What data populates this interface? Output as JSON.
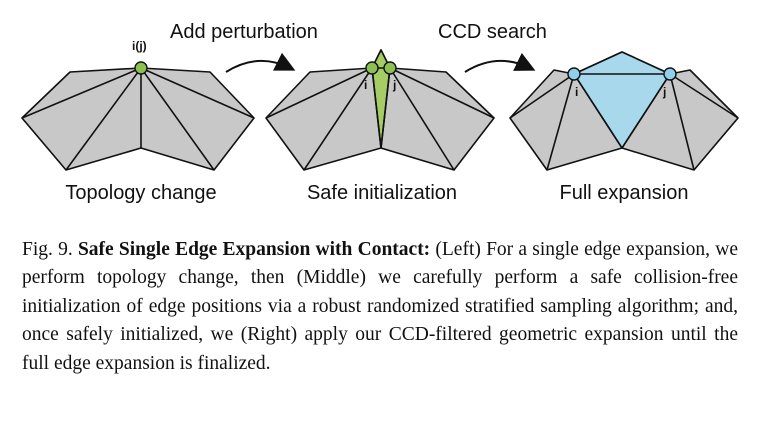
{
  "figure": {
    "panels": [
      {
        "label": "Topology change",
        "vertex_label": "i(j)"
      },
      {
        "label": "Safe initialization",
        "vertex_labels": [
          "i",
          "j"
        ]
      },
      {
        "label": "Full expansion",
        "vertex_labels": [
          "i",
          "j"
        ]
      }
    ],
    "steps": [
      "Add perturbation",
      "CCD search"
    ],
    "colors": {
      "mesh_fill": "#c8c8c8",
      "mesh_stroke": "#111111",
      "green_fill": "#a6cc66",
      "green_vertex": "#8cc152",
      "blue_fill": "#a7d8ec",
      "blue_vertex": "#8fd0ee"
    }
  },
  "caption": {
    "fig_label": "Fig. 9.",
    "title": "Safe Single Edge Expansion with Contact:",
    "body": "(Left) For a single edge expansion, we perform topology change, then (Middle) we carefully perform a safe collision-free initialization of edge positions via a robust randomized stratified sampling algorithm; and, once safely initialized, we (Right) apply our CCD-filtered geometric expansion until the full edge expansion is finalized."
  }
}
